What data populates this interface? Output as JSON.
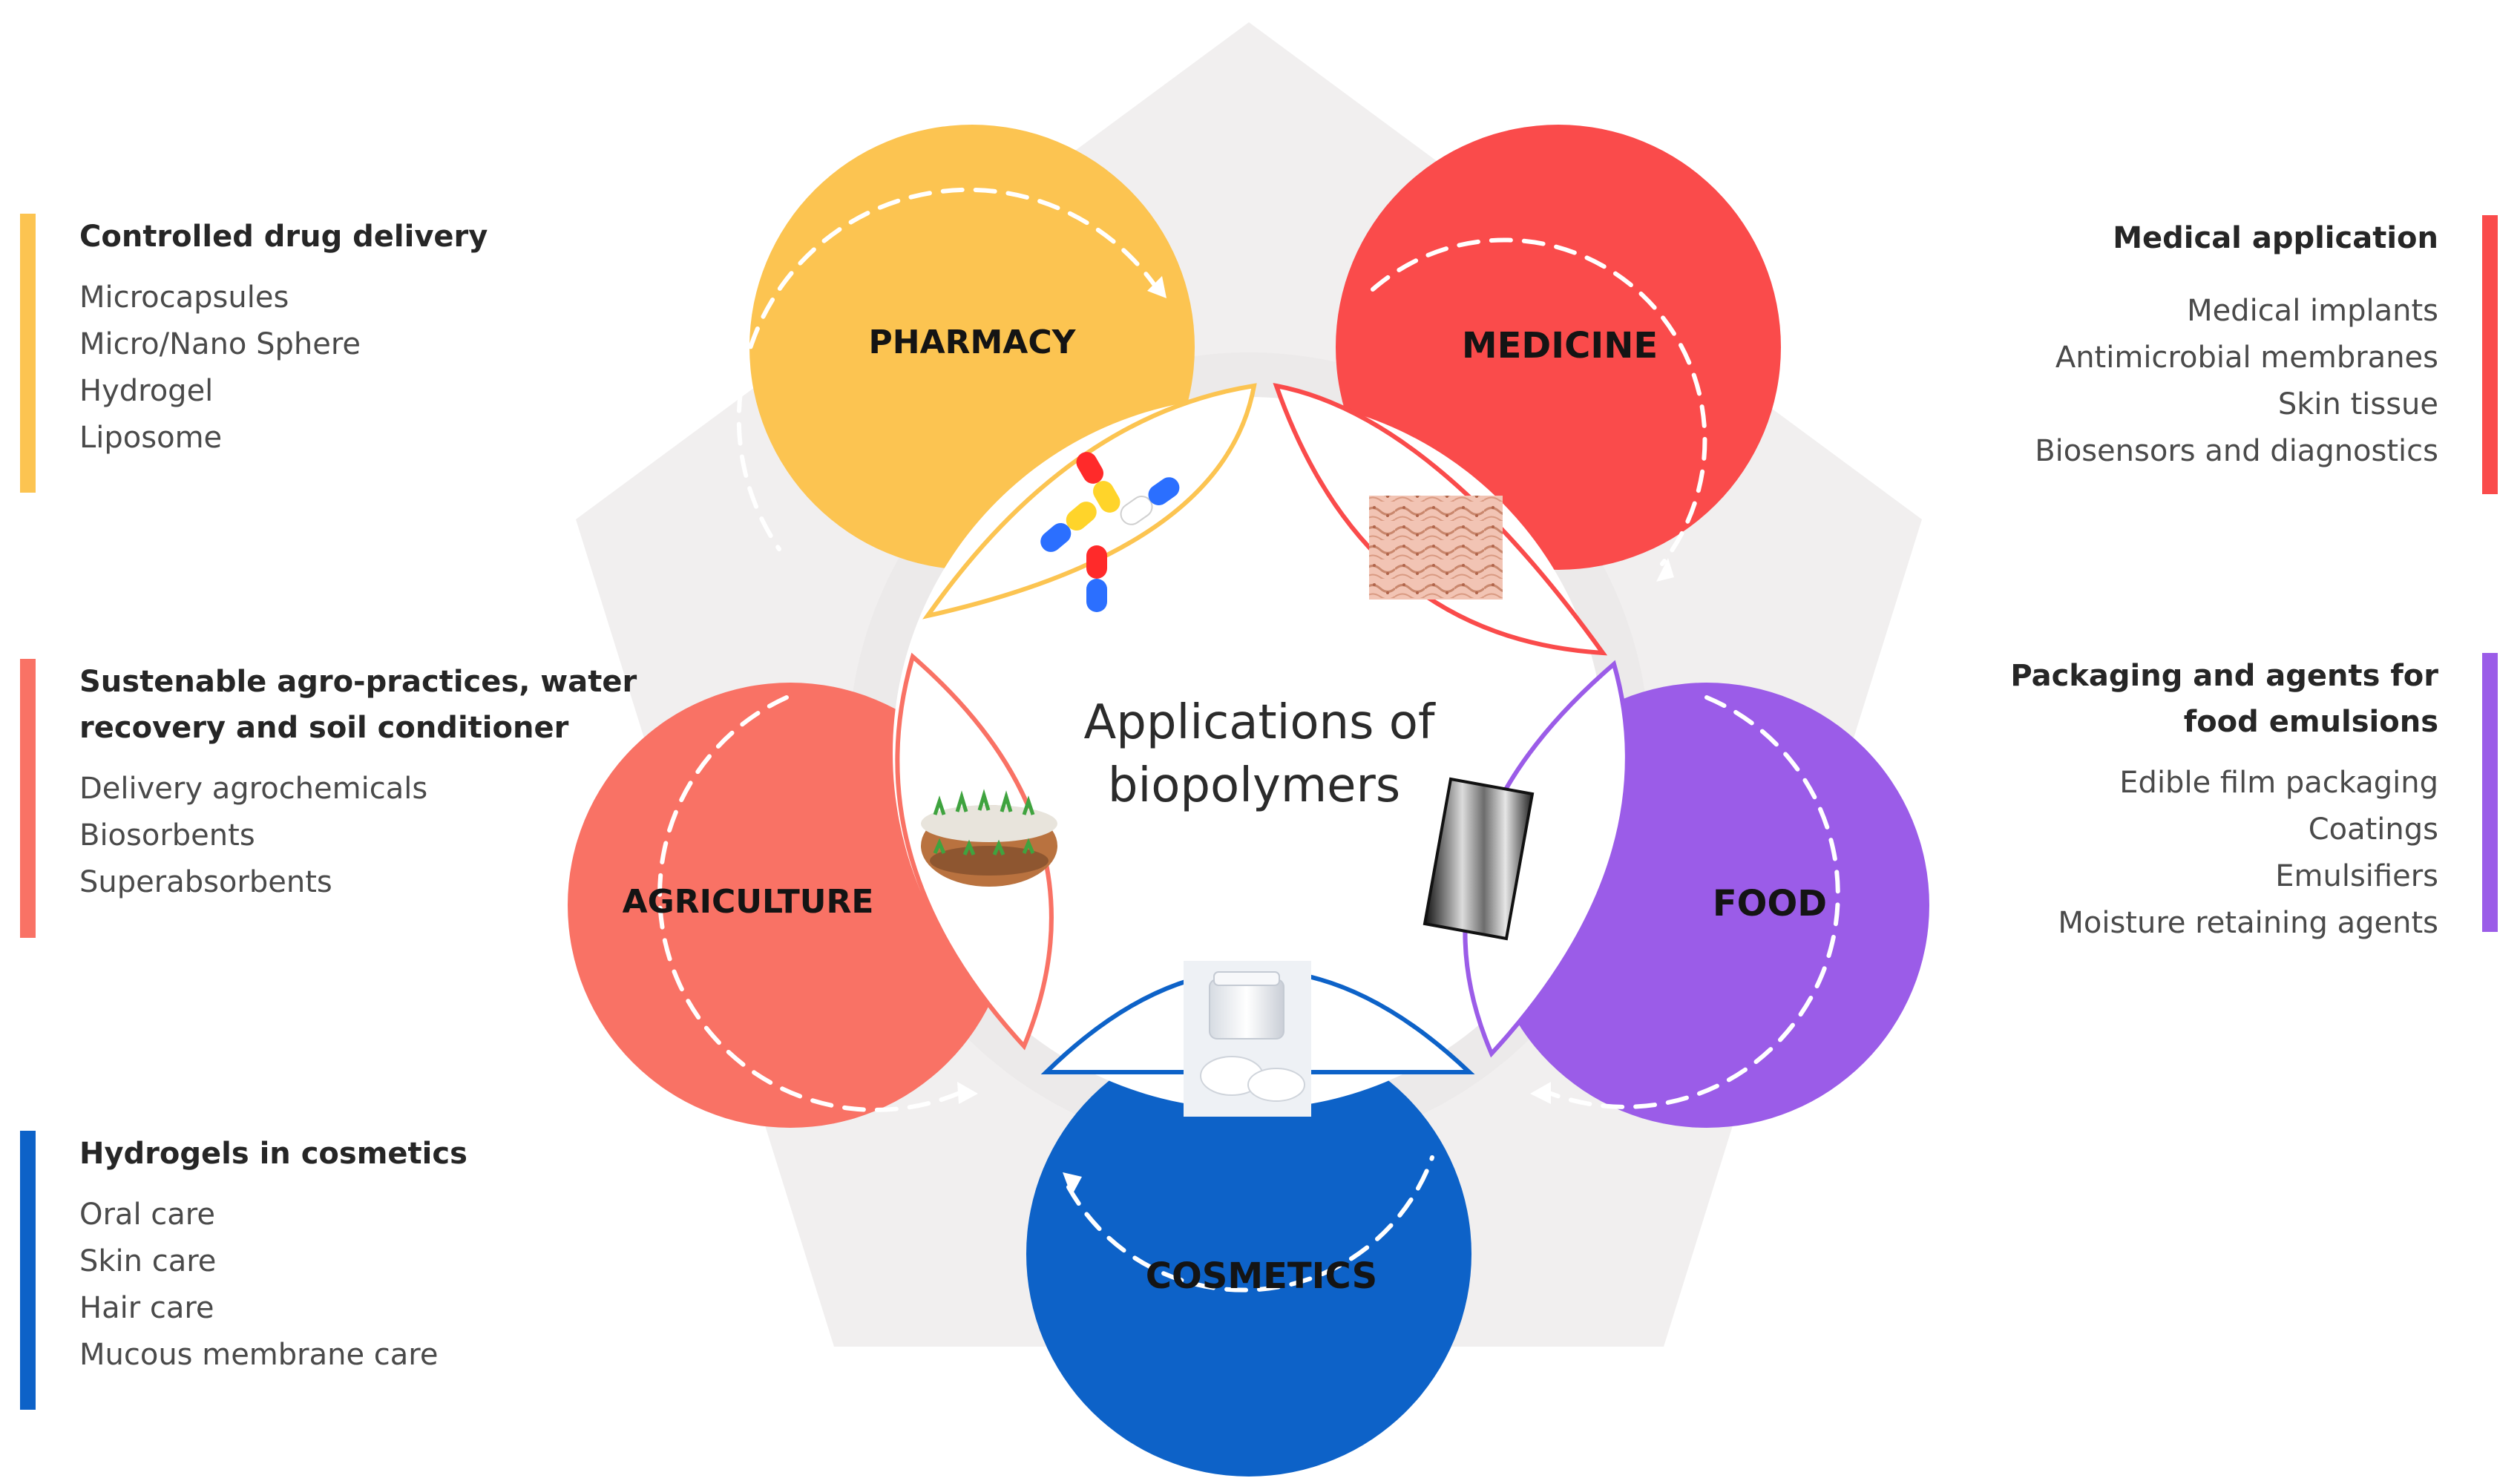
{
  "center_title": {
    "line1": "Applications of",
    "line2": "biopolymers"
  },
  "colors": {
    "pharmacy": "#FCC451",
    "medicine": "#FA4B4B",
    "agriculture": "#F97265",
    "food": "#9B5CE8",
    "cosmetics": "#0D62C8",
    "pentagon": "#F1EFEF"
  },
  "petals": {
    "pharmacy": "PHARMACY",
    "medicine": "MEDICINE",
    "agriculture": "AGRICULTURE",
    "food": "FOOD",
    "cosmetics": "COSMETICS"
  },
  "images": {
    "pharmacy": "capsules-image",
    "medicine": "tissue-image",
    "agriculture": "soil-plants-image",
    "food": "film-image",
    "cosmetics": "cream-jar-image"
  },
  "panels": {
    "pharmacy": {
      "heading": "Controlled drug delivery",
      "items": [
        "Microcapsules",
        "Micro/Nano Sphere",
        "Hydrogel",
        "Liposome"
      ]
    },
    "agriculture": {
      "heading": "Sustenable agro-practices, water\nrecovery and soil conditioner",
      "items": [
        "Delivery agrochemicals",
        "Biosorbents",
        "Superabsorbents"
      ]
    },
    "cosmetics": {
      "heading": "Hydrogels in cosmetics",
      "items": [
        "Oral care",
        "Skin care",
        "Hair care",
        "Mucous membrane care"
      ]
    },
    "medicine": {
      "heading": "Medical application",
      "items": [
        "Medical implants",
        "Antimicrobial membranes",
        "Skin tissue",
        "Biosensors and diagnostics"
      ]
    },
    "food": {
      "heading": "Packaging and agents for\nfood emulsions",
      "items": [
        "Edible film packaging",
        "Coatings",
        "Emulsifiers",
        "Moisture retaining agents"
      ]
    }
  }
}
